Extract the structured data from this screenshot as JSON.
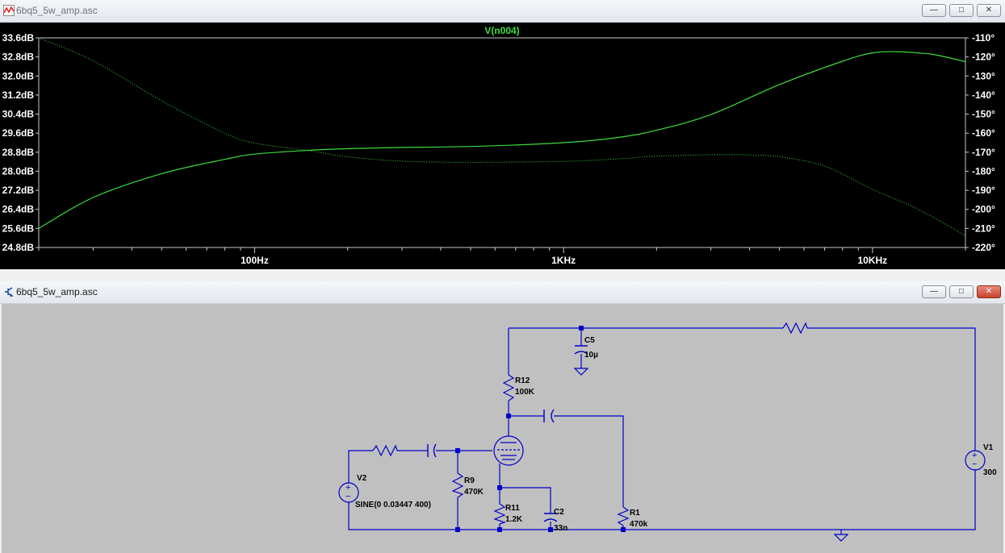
{
  "waveform_window": {
    "title": "6bq5_5w_amp.asc",
    "buttons": {
      "minimize": "—",
      "restore": "□",
      "close": "✕"
    },
    "icon": "waveform-icon"
  },
  "schematic_window": {
    "title": "6bq5_5w_amp.asc",
    "buttons": {
      "minimize": "—",
      "restore": "□",
      "close": "✕"
    },
    "icon": "schematic-icon"
  },
  "chart_data": {
    "type": "line",
    "title": "V(n004)",
    "x_scale": "log",
    "x_range_hz": [
      20,
      20000
    ],
    "x_ticks": [
      {
        "value": 100,
        "label": "100Hz"
      },
      {
        "value": 1000,
        "label": "1KHz"
      },
      {
        "value": 10000,
        "label": "10KHz"
      }
    ],
    "y_left": {
      "unit": "dB",
      "range": [
        24.8,
        33.6
      ],
      "ticks": [
        "33.6dB",
        "32.8dB",
        "32.0dB",
        "31.2dB",
        "30.4dB",
        "29.6dB",
        "28.8dB",
        "28.0dB",
        "27.2dB",
        "26.4dB",
        "25.6dB",
        "24.8dB"
      ]
    },
    "y_right": {
      "unit": "deg",
      "range": [
        -220,
        -110
      ],
      "ticks": [
        "-110°",
        "-120°",
        "-130°",
        "-140°",
        "-150°",
        "-160°",
        "-170°",
        "-180°",
        "-190°",
        "-200°",
        "-210°",
        "-220°"
      ]
    },
    "series": [
      {
        "style": "solid",
        "axis": "left",
        "color": "#3cdc3c",
        "x": [
          20,
          30,
          50,
          80,
          100,
          150,
          200,
          300,
          500,
          1000,
          1500,
          2000,
          3000,
          5000,
          8000,
          10000,
          12000,
          14000,
          16000,
          20000
        ],
        "y": [
          25.6,
          26.9,
          27.9,
          28.5,
          28.72,
          28.88,
          28.95,
          29.0,
          29.04,
          29.2,
          29.42,
          29.72,
          30.38,
          31.64,
          32.62,
          32.97,
          33.02,
          32.97,
          32.89,
          32.6
        ]
      },
      {
        "style": "dotted",
        "axis": "right",
        "color": "#3cdc3c",
        "x": [
          20,
          30,
          50,
          80,
          100,
          150,
          200,
          300,
          500,
          1000,
          1500,
          2000,
          3000,
          4000,
          5000,
          7000,
          10000,
          14000,
          20000
        ],
        "y": [
          -110,
          -122,
          -143,
          -160,
          -165.2,
          -169.2,
          -172.4,
          -174.7,
          -175.3,
          -174.8,
          -173.5,
          -172.1,
          -171.3,
          -171.4,
          -172.4,
          -177.3,
          -189.5,
          -199.8,
          -213.7
        ]
      }
    ],
    "grid": false,
    "colors": {
      "background": "#000000",
      "trace": "#3cdc3c",
      "title": "#3cdc3c",
      "label": "#ffffff"
    }
  },
  "schematic": {
    "colors": {
      "wire": "#0000c8",
      "background": "#c0c0c0",
      "junction": "#0000c8",
      "ground": "#0000c8"
    },
    "labels": {
      "c5_name": "C5",
      "c5_value": "10µ",
      "r12_name": "R12",
      "r12_value": "100K",
      "r9_name": "R9",
      "r9_value": "470K",
      "r11_name": "R11",
      "r11_value": "1.2K",
      "c2_name": "C2",
      "c2_value": "33n",
      "r1_name": "R1",
      "r1_value": "470k",
      "v2_name": "V2",
      "v2_value": "SINE(0 0.03447 400)",
      "v1_name": "V1",
      "v1_value": "300"
    }
  }
}
